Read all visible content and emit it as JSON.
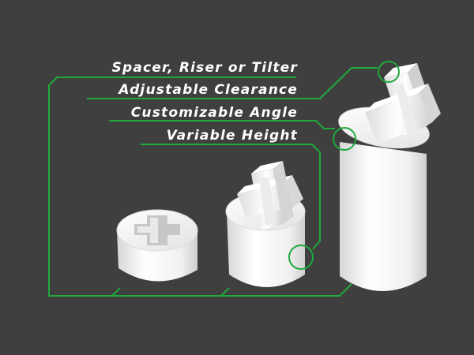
{
  "features": [
    {
      "id": "spacer-riser-tilter",
      "label": "Spacer, Riser or Tilter"
    },
    {
      "id": "adjustable-clearance",
      "label": "Adjustable Clearance"
    },
    {
      "id": "customizable-angle",
      "label": "Customizable Angle"
    },
    {
      "id": "variable-height",
      "label": "Variable Height"
    }
  ],
  "colors": {
    "background": "#3f3f3f",
    "callout_line": "#1faa3c",
    "text": "#ffffff",
    "model": "#f4f4f4"
  }
}
